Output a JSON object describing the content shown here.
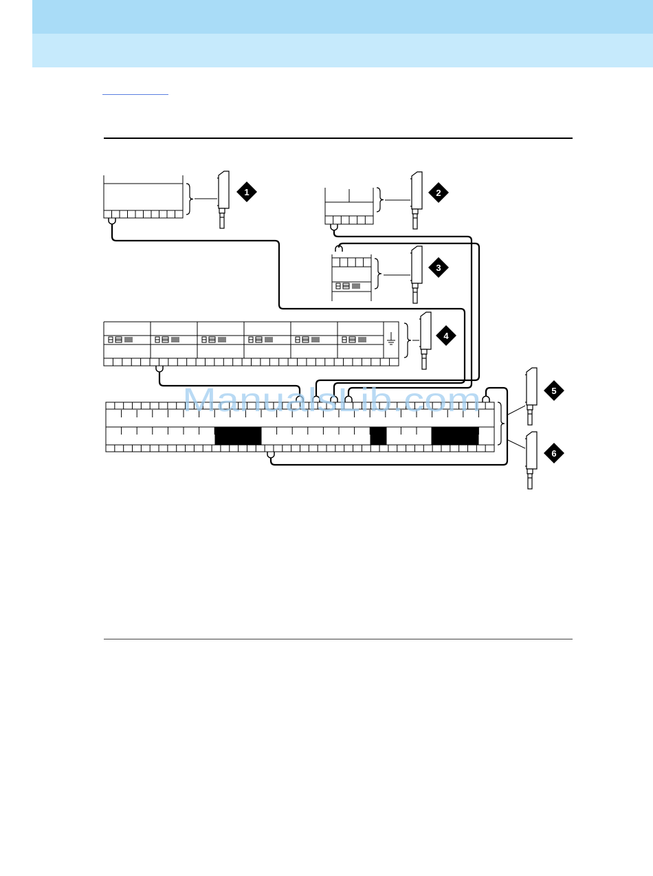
{
  "watermark": "ManualsLib.com",
  "colors": {
    "header_dark": "#a9dcf7",
    "header_light": "#c6eafc",
    "link": "#5b7fe0"
  },
  "callouts": [
    "1",
    "2",
    "3",
    "4",
    "5",
    "6"
  ]
}
